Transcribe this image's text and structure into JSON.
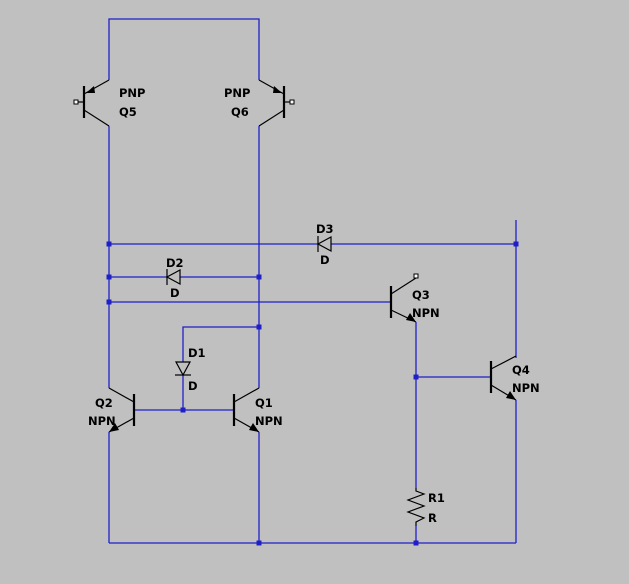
{
  "colors": {
    "background": "#c0c0c0",
    "wire": "#1f1fc8",
    "component": "#000000",
    "label": "#000000"
  },
  "components": {
    "q5": {
      "name": "Q5",
      "model": "PNP"
    },
    "q6": {
      "name": "Q6",
      "model": "PNP"
    },
    "q3": {
      "name": "Q3",
      "model": "NPN"
    },
    "q4": {
      "name": "Q4",
      "model": "NPN"
    },
    "q2": {
      "name": "Q2",
      "model": "NPN"
    },
    "q1": {
      "name": "Q1",
      "model": "NPN"
    },
    "d1": {
      "name": "D1",
      "model": "D"
    },
    "d2": {
      "name": "D2",
      "model": "D"
    },
    "d3": {
      "name": "D3",
      "model": "D"
    },
    "r1": {
      "name": "R1",
      "value": "R"
    }
  }
}
